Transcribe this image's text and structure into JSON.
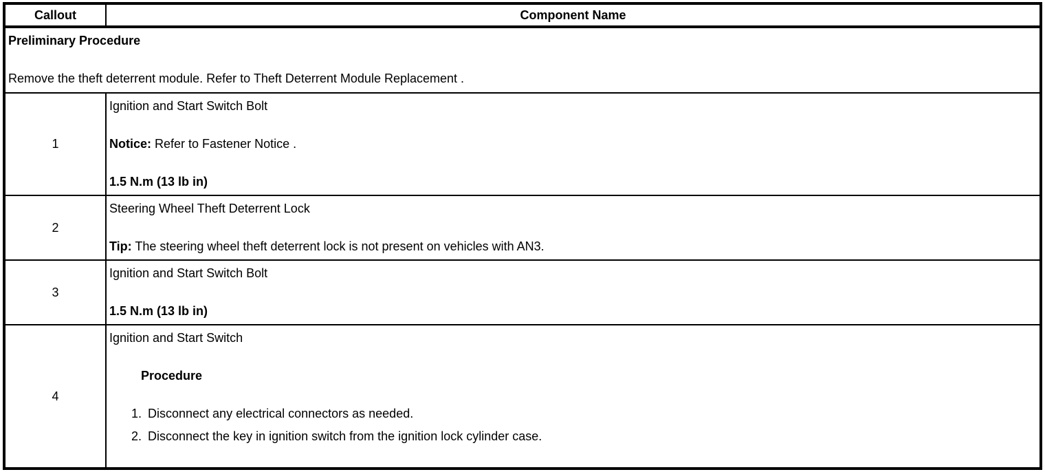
{
  "header": {
    "callout": "Callout",
    "component_name": "Component Name"
  },
  "preliminary": {
    "title": "Preliminary Procedure",
    "instruction": "Remove the theft deterrent module. Refer to Theft Deterrent Module Replacement ."
  },
  "rows": [
    {
      "callout": "1",
      "component": "Ignition and Start Switch Bolt",
      "notice_label": "Notice:",
      "notice_text": " Refer to Fastener Notice .",
      "torque": "1.5 N.m (13 lb in)"
    },
    {
      "callout": "2",
      "component": "Steering Wheel Theft Deterrent Lock",
      "tip_label": "Tip:",
      "tip_text": " The steering wheel theft deterrent lock is not present on vehicles with AN3."
    },
    {
      "callout": "3",
      "component": "Ignition and Start Switch Bolt",
      "torque": "1.5 N.m (13 lb in)"
    },
    {
      "callout": "4",
      "component": "Ignition and Start Switch",
      "procedure_heading": "Procedure",
      "steps": [
        "Disconnect any electrical connectors as needed.",
        "Disconnect the key in ignition switch from the ignition lock cylinder case."
      ]
    }
  ],
  "colors": {
    "border": "#000000",
    "text": "#000000",
    "background": "#ffffff"
  }
}
